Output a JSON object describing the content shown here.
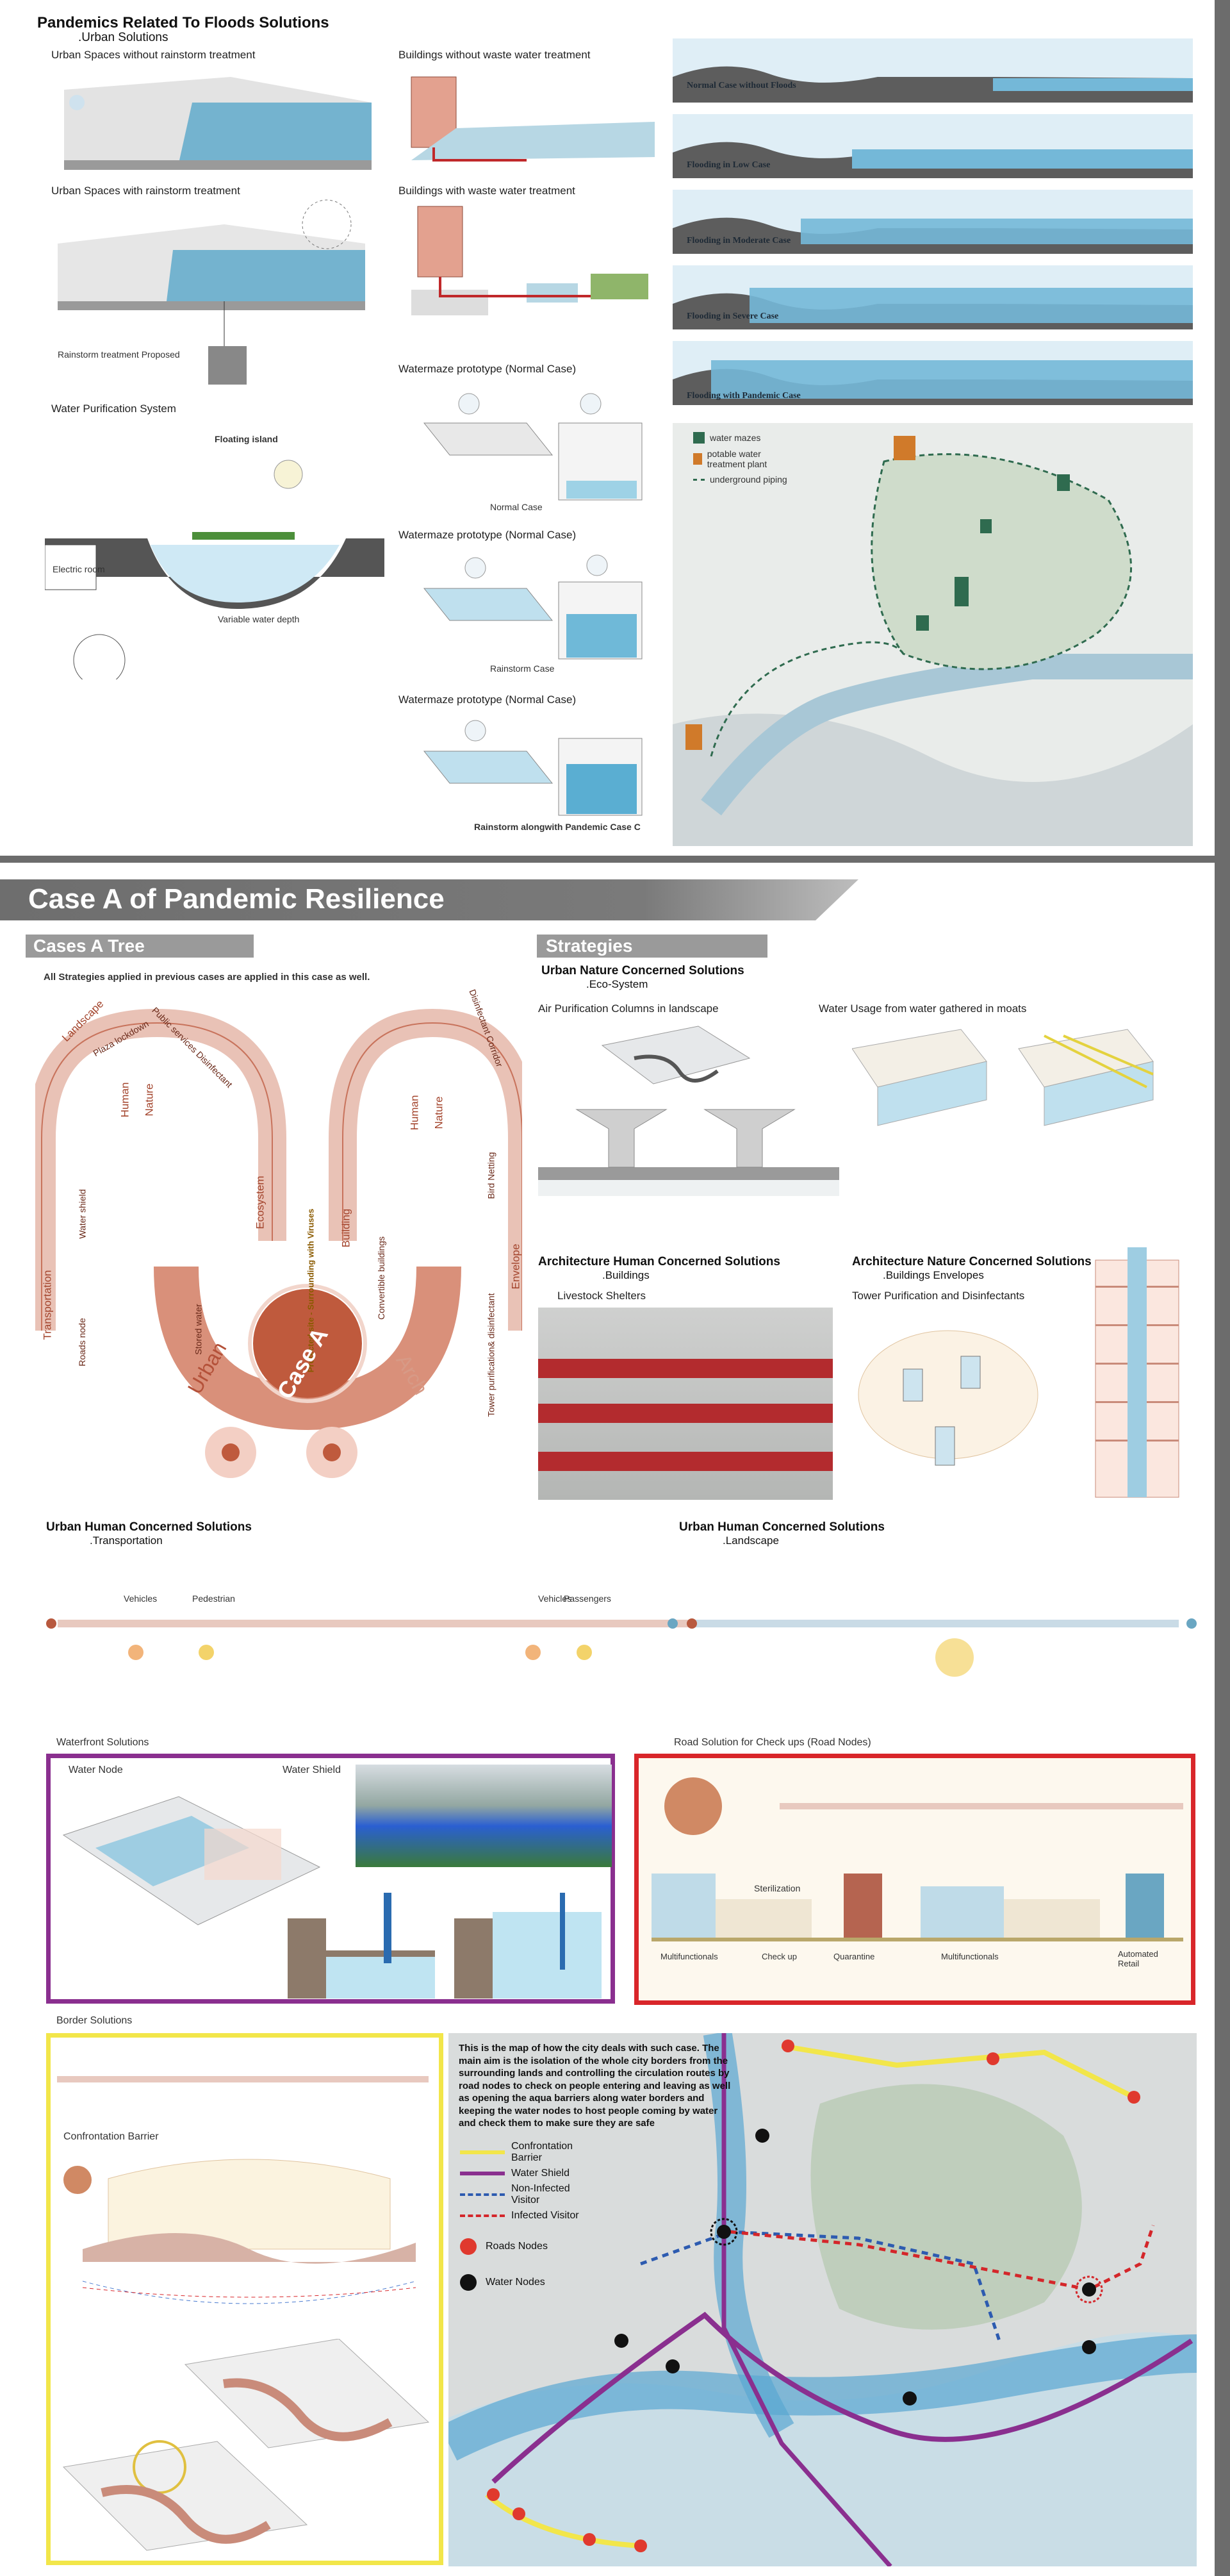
{
  "top": {
    "title": "Pandemics Related To Floods Solutions",
    "subtitle": ".Urban Solutions",
    "labels": {
      "urban_without": "Urban Spaces without rainstorm treatment",
      "urban_with": "Urban Spaces with rainstorm treatment",
      "rainstorm_proposed": "Rainstorm treatment Proposed",
      "water_purification": "Water Purification System",
      "floating_island": "Floating island",
      "electric_room": "Electric room",
      "variable_depth": "Variable water depth",
      "buildings_without": "Buildings without waste water treatment",
      "buildings_with": "Buildings with waste water treatment",
      "wm1": "Watermaze prototype (Normal Case)",
      "wm1_caption": "Normal Case",
      "wm2": "Watermaze prototype (Normal Case)",
      "wm2_caption": "Rainstorm Case",
      "wm3": "Watermaze prototype (Normal Case)",
      "wm3_caption": "Rainstorm alongwith Pandemic Case C"
    },
    "sections": [
      "Normal Case without Floods",
      "Flooding in Low Case",
      "Flooding in Moderate Case",
      "Flooding in Severe Case",
      "Flooding with Pandemic Case"
    ],
    "legend": [
      {
        "label": "water mazes",
        "color": "#2f6b4f"
      },
      {
        "label": "potable water treatment plant",
        "color": "#d07a2a"
      },
      {
        "label": "underground piping",
        "color": "#2f6b4f"
      }
    ]
  },
  "caseA": {
    "banner": "Case A of Pandemic Resilience",
    "tree_title": "Cases A Tree",
    "tree_note": "All Strategies applied in previous cases are applied in this case as well.",
    "strategies_title": "Strategies",
    "tree": {
      "urban": "Urban",
      "arch": "Arch",
      "case_a": "Case A",
      "center_note": "Protected site - Surrounding with Viruses",
      "labels": [
        "Landscape",
        "Plaza lockdown",
        "Human",
        "Nature",
        "Public services Disinfectant",
        "Ecosystem",
        "Water shield",
        "Transportation",
        "Roads node",
        "Stored water",
        "Building",
        "Convertible buildings",
        "Human",
        "Nature",
        "Disinfectant Corridor",
        "Bird Netting",
        "Envelope",
        "Tower purification& disinfectant"
      ]
    },
    "urban_nature": {
      "title": "Urban Nature Concerned Solutions",
      "sub": ".Eco-System",
      "air": "Air Purification Columns in landscape",
      "water": "Water Usage from water gathered in moats"
    },
    "arch_human": {
      "title": "Architecture Human Concerned Solutions",
      "sub": ".Buildings",
      "livestock": "Livestock Shelters"
    },
    "arch_nature": {
      "title": "Architecture Nature Concerned Solutions",
      "sub": ".Buildings Envelopes",
      "tower": "Tower Purification and Disinfectants"
    },
    "transport": {
      "title": "Urban Human Concerned Solutions",
      "sub": ".Transportation",
      "vehicles": "Vehicles",
      "pedestrian": "Pedestrian",
      "passengers": "Passengers"
    },
    "landscape": {
      "title": "Urban Human Concerned Solutions",
      "sub": ".Landscape"
    },
    "waterfront": {
      "title": "Waterfront Solutions",
      "node": "Water Node",
      "shield": "Water Shield"
    },
    "road": {
      "title": "Road Solution for Check ups (Road Nodes)",
      "sterilization": "Sterilization",
      "multi1": "Multifunctionals",
      "check": "Check up",
      "quarantine": "Quarantine",
      "multi2": "Multifunctionals",
      "auto": "Automated Retail"
    },
    "border": {
      "title": "Border Solutions",
      "barrier": "Confrontation Barrier"
    },
    "map": {
      "text": "This is the map of how the city deals with such case. The main aim is the isolation of the whole city borders from the surrounding lands and controlling the circulation routes by road nodes to check on people entering and leaving as well as opening the aqua barriers along water borders and keeping the water nodes to host people coming by water and check them to make sure they are safe",
      "legend": [
        {
          "label": "Confrontation Barrier",
          "color": "#f2e64a"
        },
        {
          "label": "Water Shield",
          "color": "#8a2f8f"
        },
        {
          "label": "Non-Infected Visitor",
          "color": "#2d5bb0"
        },
        {
          "label": "Infected Visitor",
          "color": "#d4262a"
        }
      ],
      "roads_nodes": "Roads Nodes",
      "water_nodes": "Water Nodes"
    }
  }
}
